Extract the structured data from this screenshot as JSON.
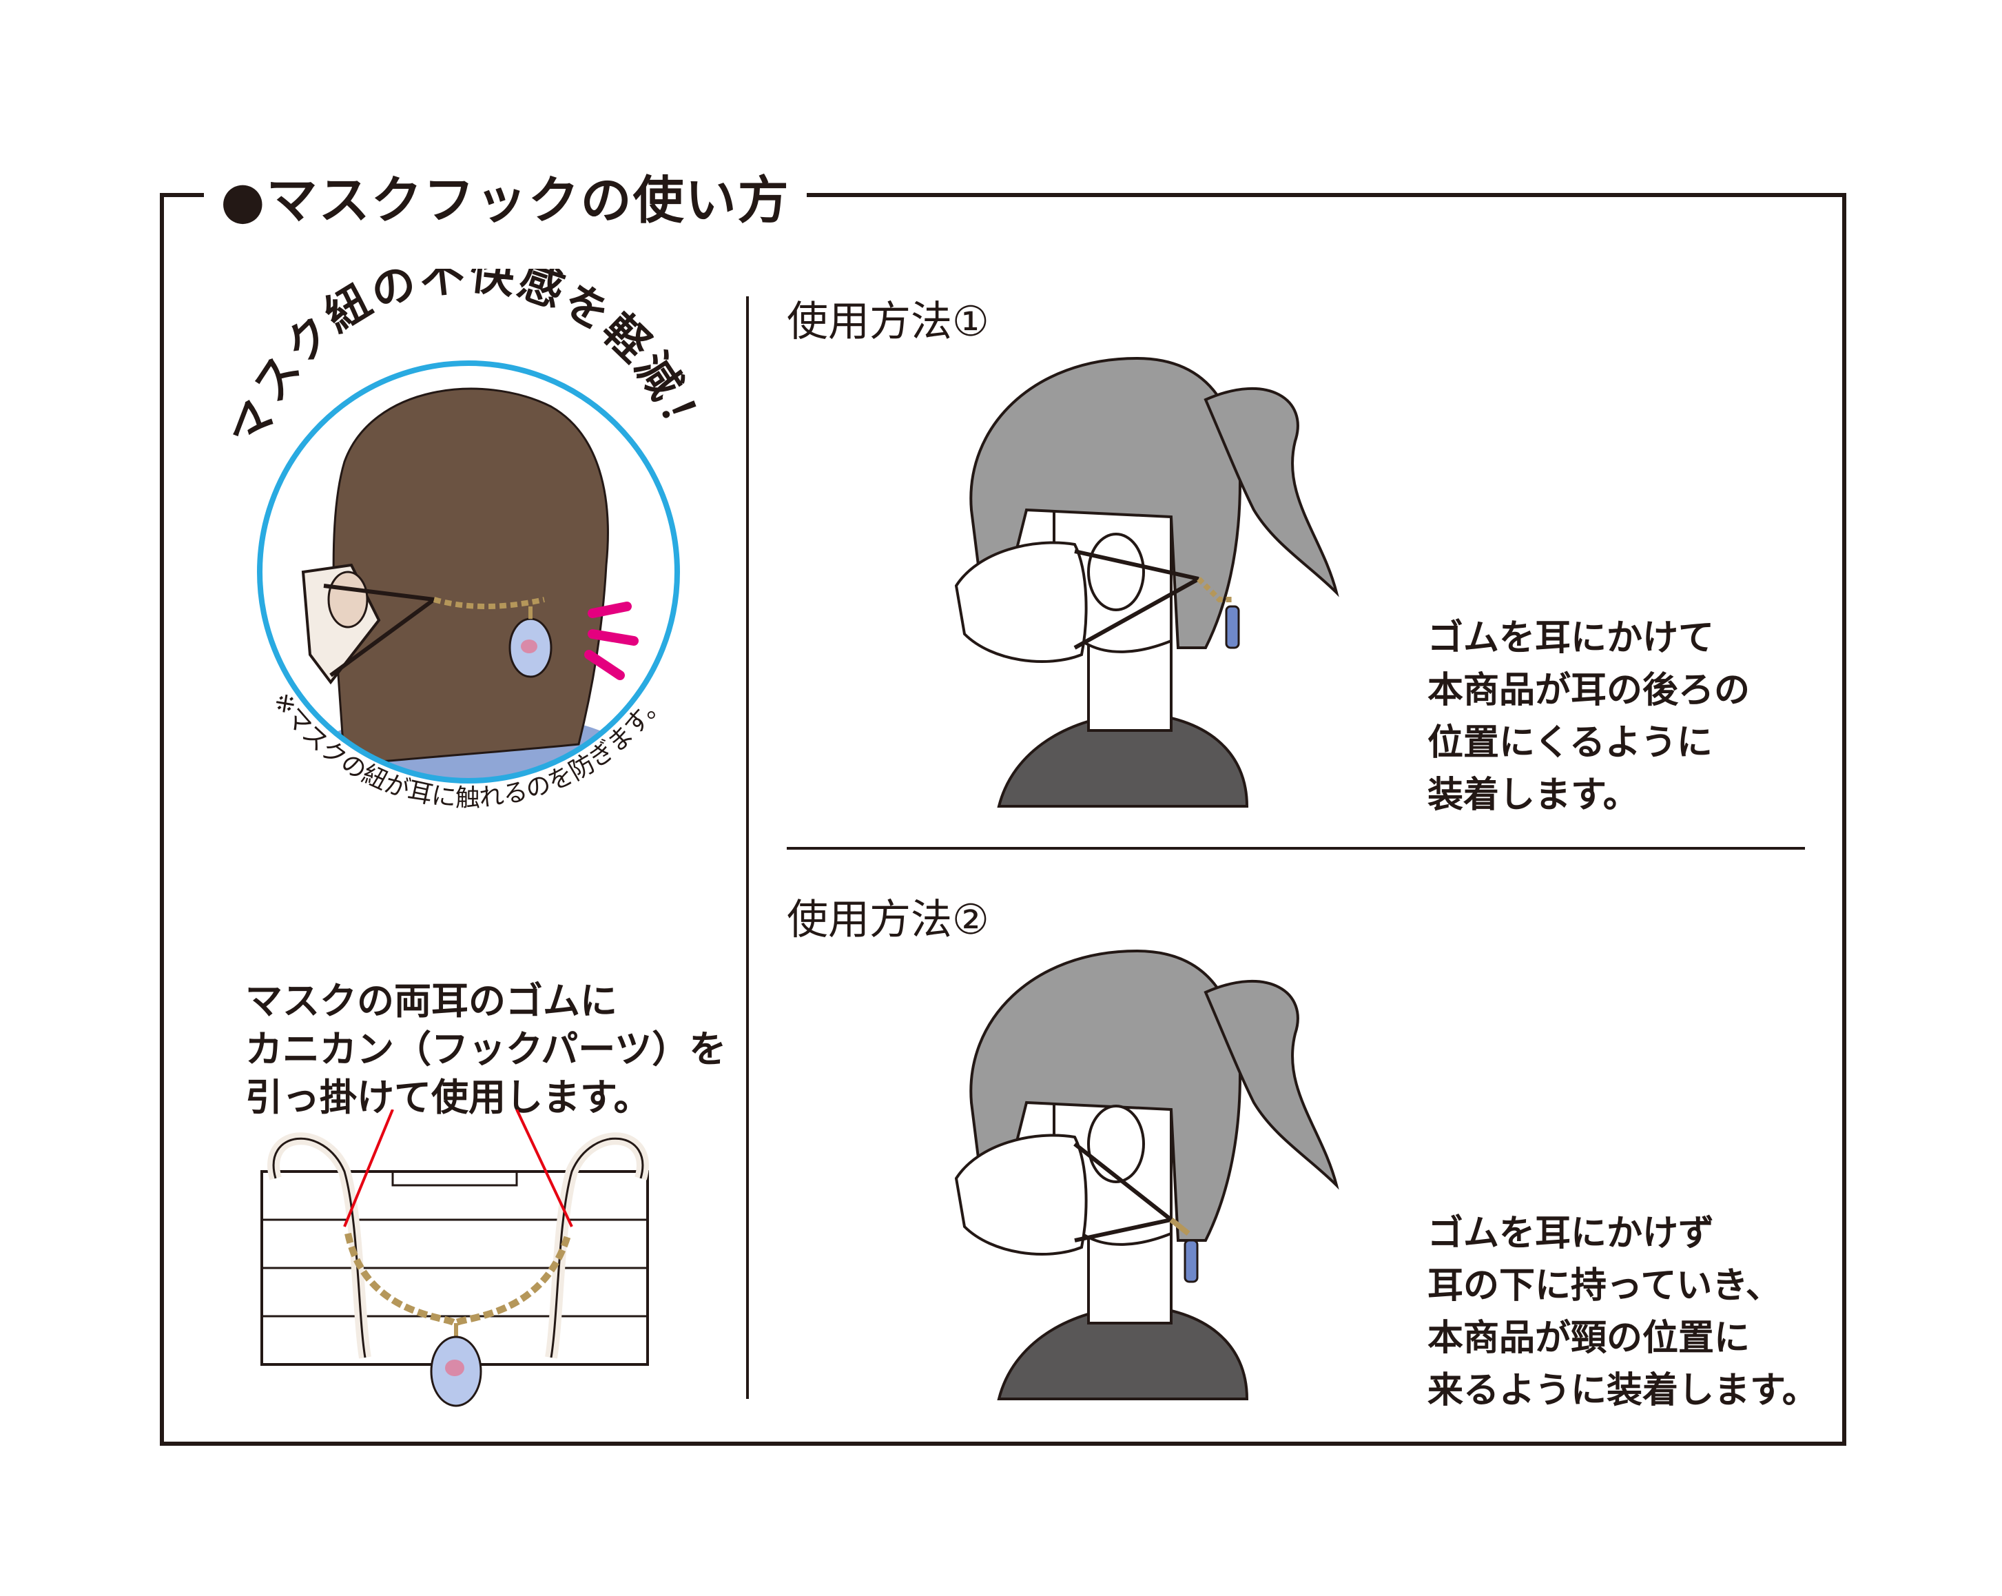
{
  "header": {
    "title": "●マスクフックの使い方"
  },
  "intro": {
    "headline": "マスク紐の不快感を軽減！",
    "note": "※マスクの紐が耳に触れるのを防ぎます。",
    "instruction_lines": [
      "マスクの両耳のゴムに",
      "カニカン（フックパーツ）を",
      "引っ掛けて使用します。"
    ]
  },
  "method1": {
    "label": "使用方法①",
    "lines": [
      "ゴムを耳にかけて",
      "本商品が耳の後ろの",
      "位置にくるように",
      "装着します。"
    ]
  },
  "method2": {
    "label": "使用方法②",
    "lines": [
      "ゴムを耳にかけず",
      "耳の下に持っていき、",
      "本商品が頸の位置に",
      "来るように装着します。"
    ]
  },
  "colors": {
    "ink": "#231815",
    "circle": "#29aae1",
    "hair_brown": "#6b5342",
    "hair_gray": "#9b9b9b",
    "shirt_dark": "#595757",
    "shirt_blue": "#8fa6d6",
    "accent_magenta": "#e4007f",
    "hook_red": "#e60012",
    "chain_gold": "#b5975a"
  }
}
